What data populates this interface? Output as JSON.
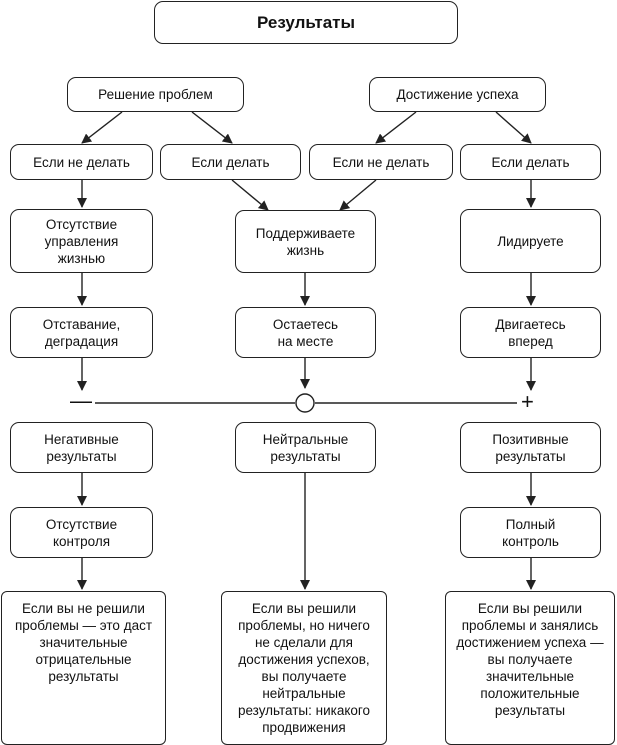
{
  "title": "Результаты",
  "top_left": "Решение проблем",
  "top_right": "Достижение успеха",
  "row1": [
    "Если не делать",
    "Если делать",
    "Если не делать",
    "Если делать"
  ],
  "row2": {
    "left": "Отсутствие\nуправления\nжизнью",
    "center": "Поддерживаете\nжизнь",
    "right": "Лидируете"
  },
  "row3": {
    "left": "Отставание,\nдеградация",
    "center": "Остаетесь\nна месте",
    "right": "Двигаетесь\nвперед"
  },
  "axis": {
    "minus": "—",
    "plus": "+"
  },
  "row4": {
    "left": "Негативные\nрезультаты",
    "center": "Нейтральные\nрезультаты",
    "right": "Позитивные\nрезультаты"
  },
  "row5": {
    "left": "Отсутствие\nконтроля",
    "right": "Полный\nконтроль"
  },
  "bottom": {
    "left": "Если вы не решили\nпроблемы — это даст\nзначительные\nотрицательные\nрезультаты",
    "center": "Если вы решили\nпроблемы, но ничего\nне сделали для\nдостижения успехов,\nвы получаете\nнейтральные\nрезультаты: никакого\nпродвижения",
    "right": "Если вы решили\nпроблемы и занялись\nдостижением успеха —\nвы получаете\nзначительные\nположительные\nрезультаты"
  }
}
